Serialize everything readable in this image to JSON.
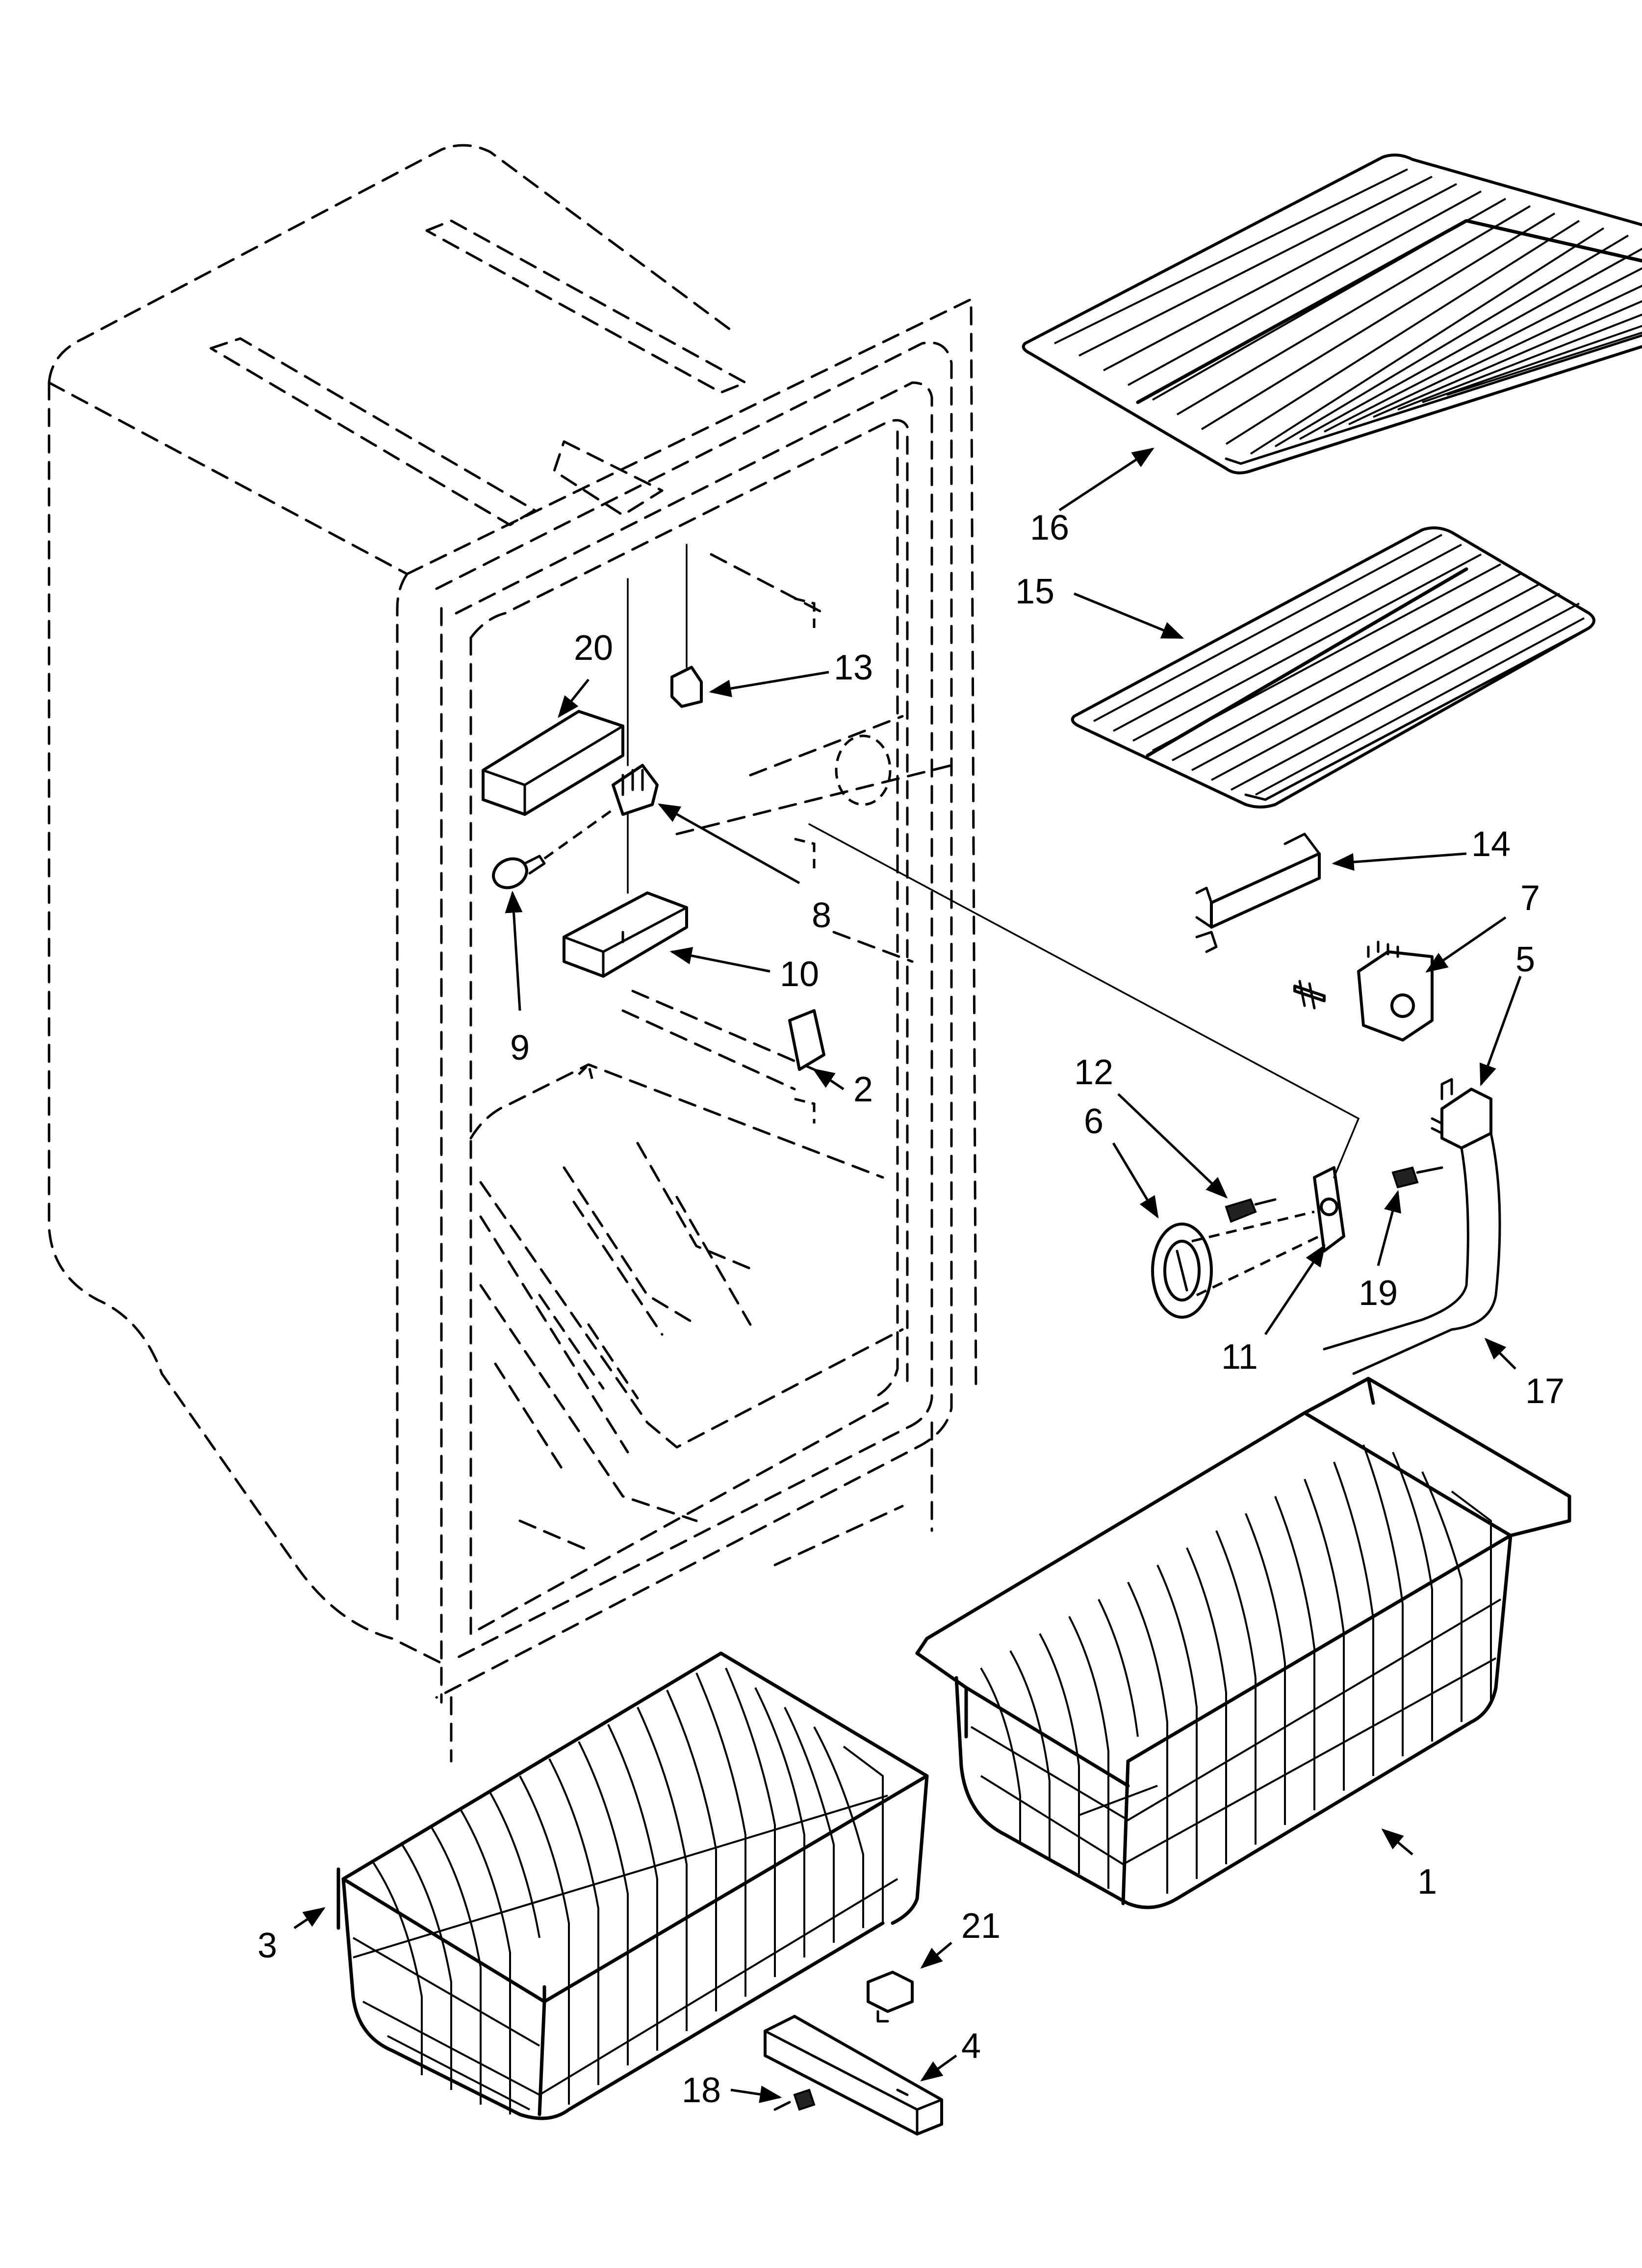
{
  "callouts": [
    {
      "id": "16",
      "text": "16"
    },
    {
      "id": "15",
      "text": "15"
    },
    {
      "id": "20",
      "text": "20"
    },
    {
      "id": "13",
      "text": "13"
    },
    {
      "id": "14",
      "text": "14"
    },
    {
      "id": "8",
      "text": "8"
    },
    {
      "id": "7",
      "text": "7"
    },
    {
      "id": "10",
      "text": "10"
    },
    {
      "id": "5",
      "text": "5"
    },
    {
      "id": "9",
      "text": "9"
    },
    {
      "id": "12",
      "text": "12"
    },
    {
      "id": "2",
      "text": "2"
    },
    {
      "id": "6",
      "text": "6"
    },
    {
      "id": "19",
      "text": "19"
    },
    {
      "id": "11",
      "text": "11"
    },
    {
      "id": "17",
      "text": "17"
    },
    {
      "id": "1",
      "text": "1"
    },
    {
      "id": "21",
      "text": "21"
    },
    {
      "id": "3",
      "text": "3"
    },
    {
      "id": "4",
      "text": "4"
    },
    {
      "id": "18",
      "text": "18"
    }
  ]
}
